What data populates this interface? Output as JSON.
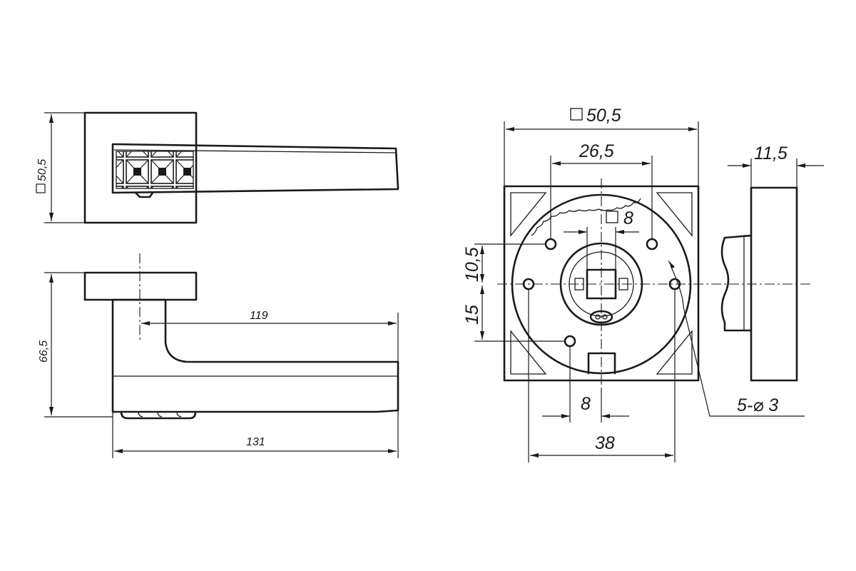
{
  "side_view": {
    "rosette_dim": "50,5",
    "height_dim": "66,5",
    "lever_reach_dim": "119",
    "total_length_dim": "131"
  },
  "front_view": {
    "rosette_dim": "50,5",
    "hole_span_top_dim": "26,5",
    "spindle_dim": "8",
    "vertical_offset_dim": "10,5",
    "lower_offset_dim": "15",
    "slot_width_dim": "8",
    "hole_span_bottom_dim": "38",
    "holes_dim": "5-⌀ 3"
  },
  "profile_view": {
    "thickness_dim": "11,5"
  }
}
